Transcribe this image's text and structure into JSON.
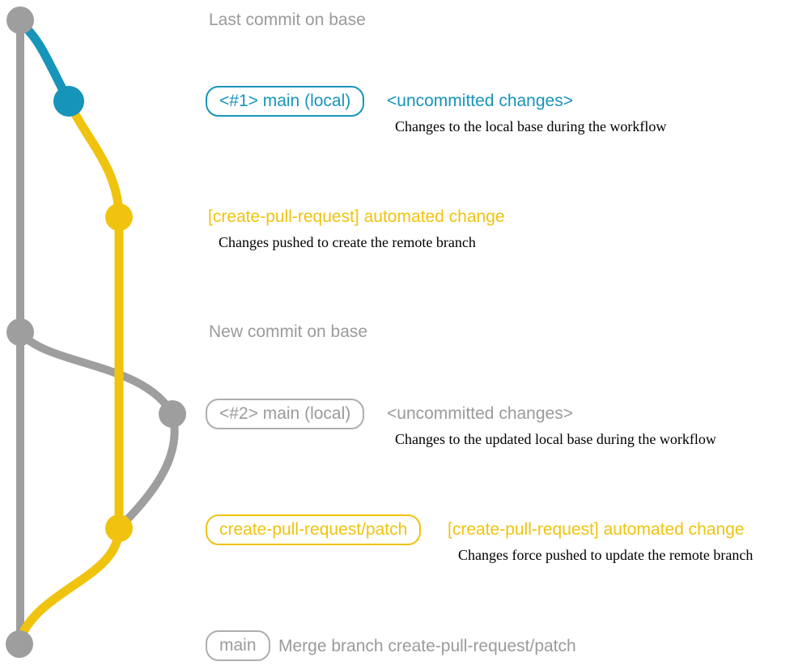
{
  "colors": {
    "blue": "#1794BA",
    "yellow": "#F0C30E",
    "graph-gray": "#9E9E9E",
    "text-gray": "#9B9B9B"
  },
  "annotations": {
    "last_commit_on_base": "Last commit on base",
    "branch1": {
      "pill": "<#1> main (local)",
      "status": "<uncommitted changes>",
      "desc": "Changes to the local base during the workflow"
    },
    "commit1": {
      "label": "[create-pull-request] automated change",
      "desc": "Changes pushed to create the remote branch"
    },
    "new_commit_on_base": "New commit on base",
    "branch2": {
      "pill": "<#2> main (local)",
      "status": "<uncommitted changes>",
      "desc": "Changes to the updated local base during the workflow"
    },
    "commit2": {
      "pill": "create-pull-request/patch",
      "label": "[create-pull-request] automated change",
      "desc": "Changes force pushed to update the remote branch"
    },
    "merge": {
      "pill": "main",
      "label": "Merge branch create-pull-request/patch"
    }
  }
}
